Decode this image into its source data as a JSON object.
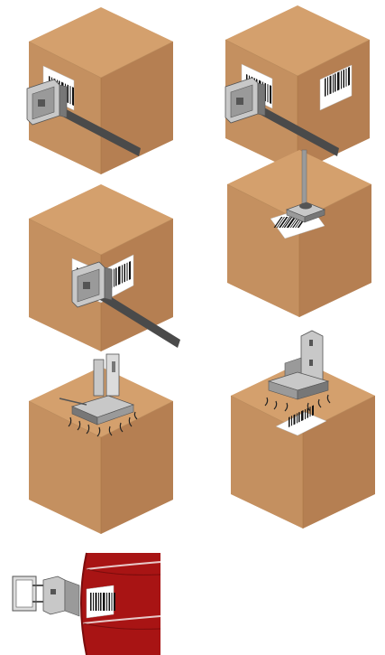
{
  "illustrations": [
    {
      "id": "box-side-label-applicator",
      "kind": "box",
      "label_face": "front",
      "applicator": "side-arm"
    },
    {
      "id": "box-two-labels-applicator",
      "kind": "box",
      "label_face": "front-and-right",
      "applicator": "side-arm"
    },
    {
      "id": "box-top-label-tamp",
      "kind": "box",
      "label_face": "top",
      "applicator": "vertical-tamp"
    },
    {
      "id": "box-corner-wrap-applicator",
      "kind": "box",
      "label_face": "corner-wrap",
      "applicator": "side-arm"
    },
    {
      "id": "box-top-blow-on",
      "kind": "box",
      "label_face": "top",
      "applicator": "blow-on"
    },
    {
      "id": "box-top-blow-on-rotated",
      "kind": "box",
      "label_face": "top",
      "applicator": "blow-on"
    },
    {
      "id": "drum-side-label",
      "kind": "drum",
      "label_face": "side",
      "applicator": "side-arm"
    }
  ],
  "colors": {
    "box_top": "#d4a06d",
    "box_left": "#c49060",
    "box_right": "#b57f52",
    "box_edge": "#a87544",
    "label": "#ffffff",
    "barcode": "#111111",
    "metal_light": "#c8c8c8",
    "metal_mid": "#9a9a9a",
    "metal_dark": "#555555",
    "arm": "#4a4a4a",
    "drum_red": "#a81414",
    "drum_red_dark": "#7a0c0c",
    "drum_rib": "#e8c9c9"
  }
}
